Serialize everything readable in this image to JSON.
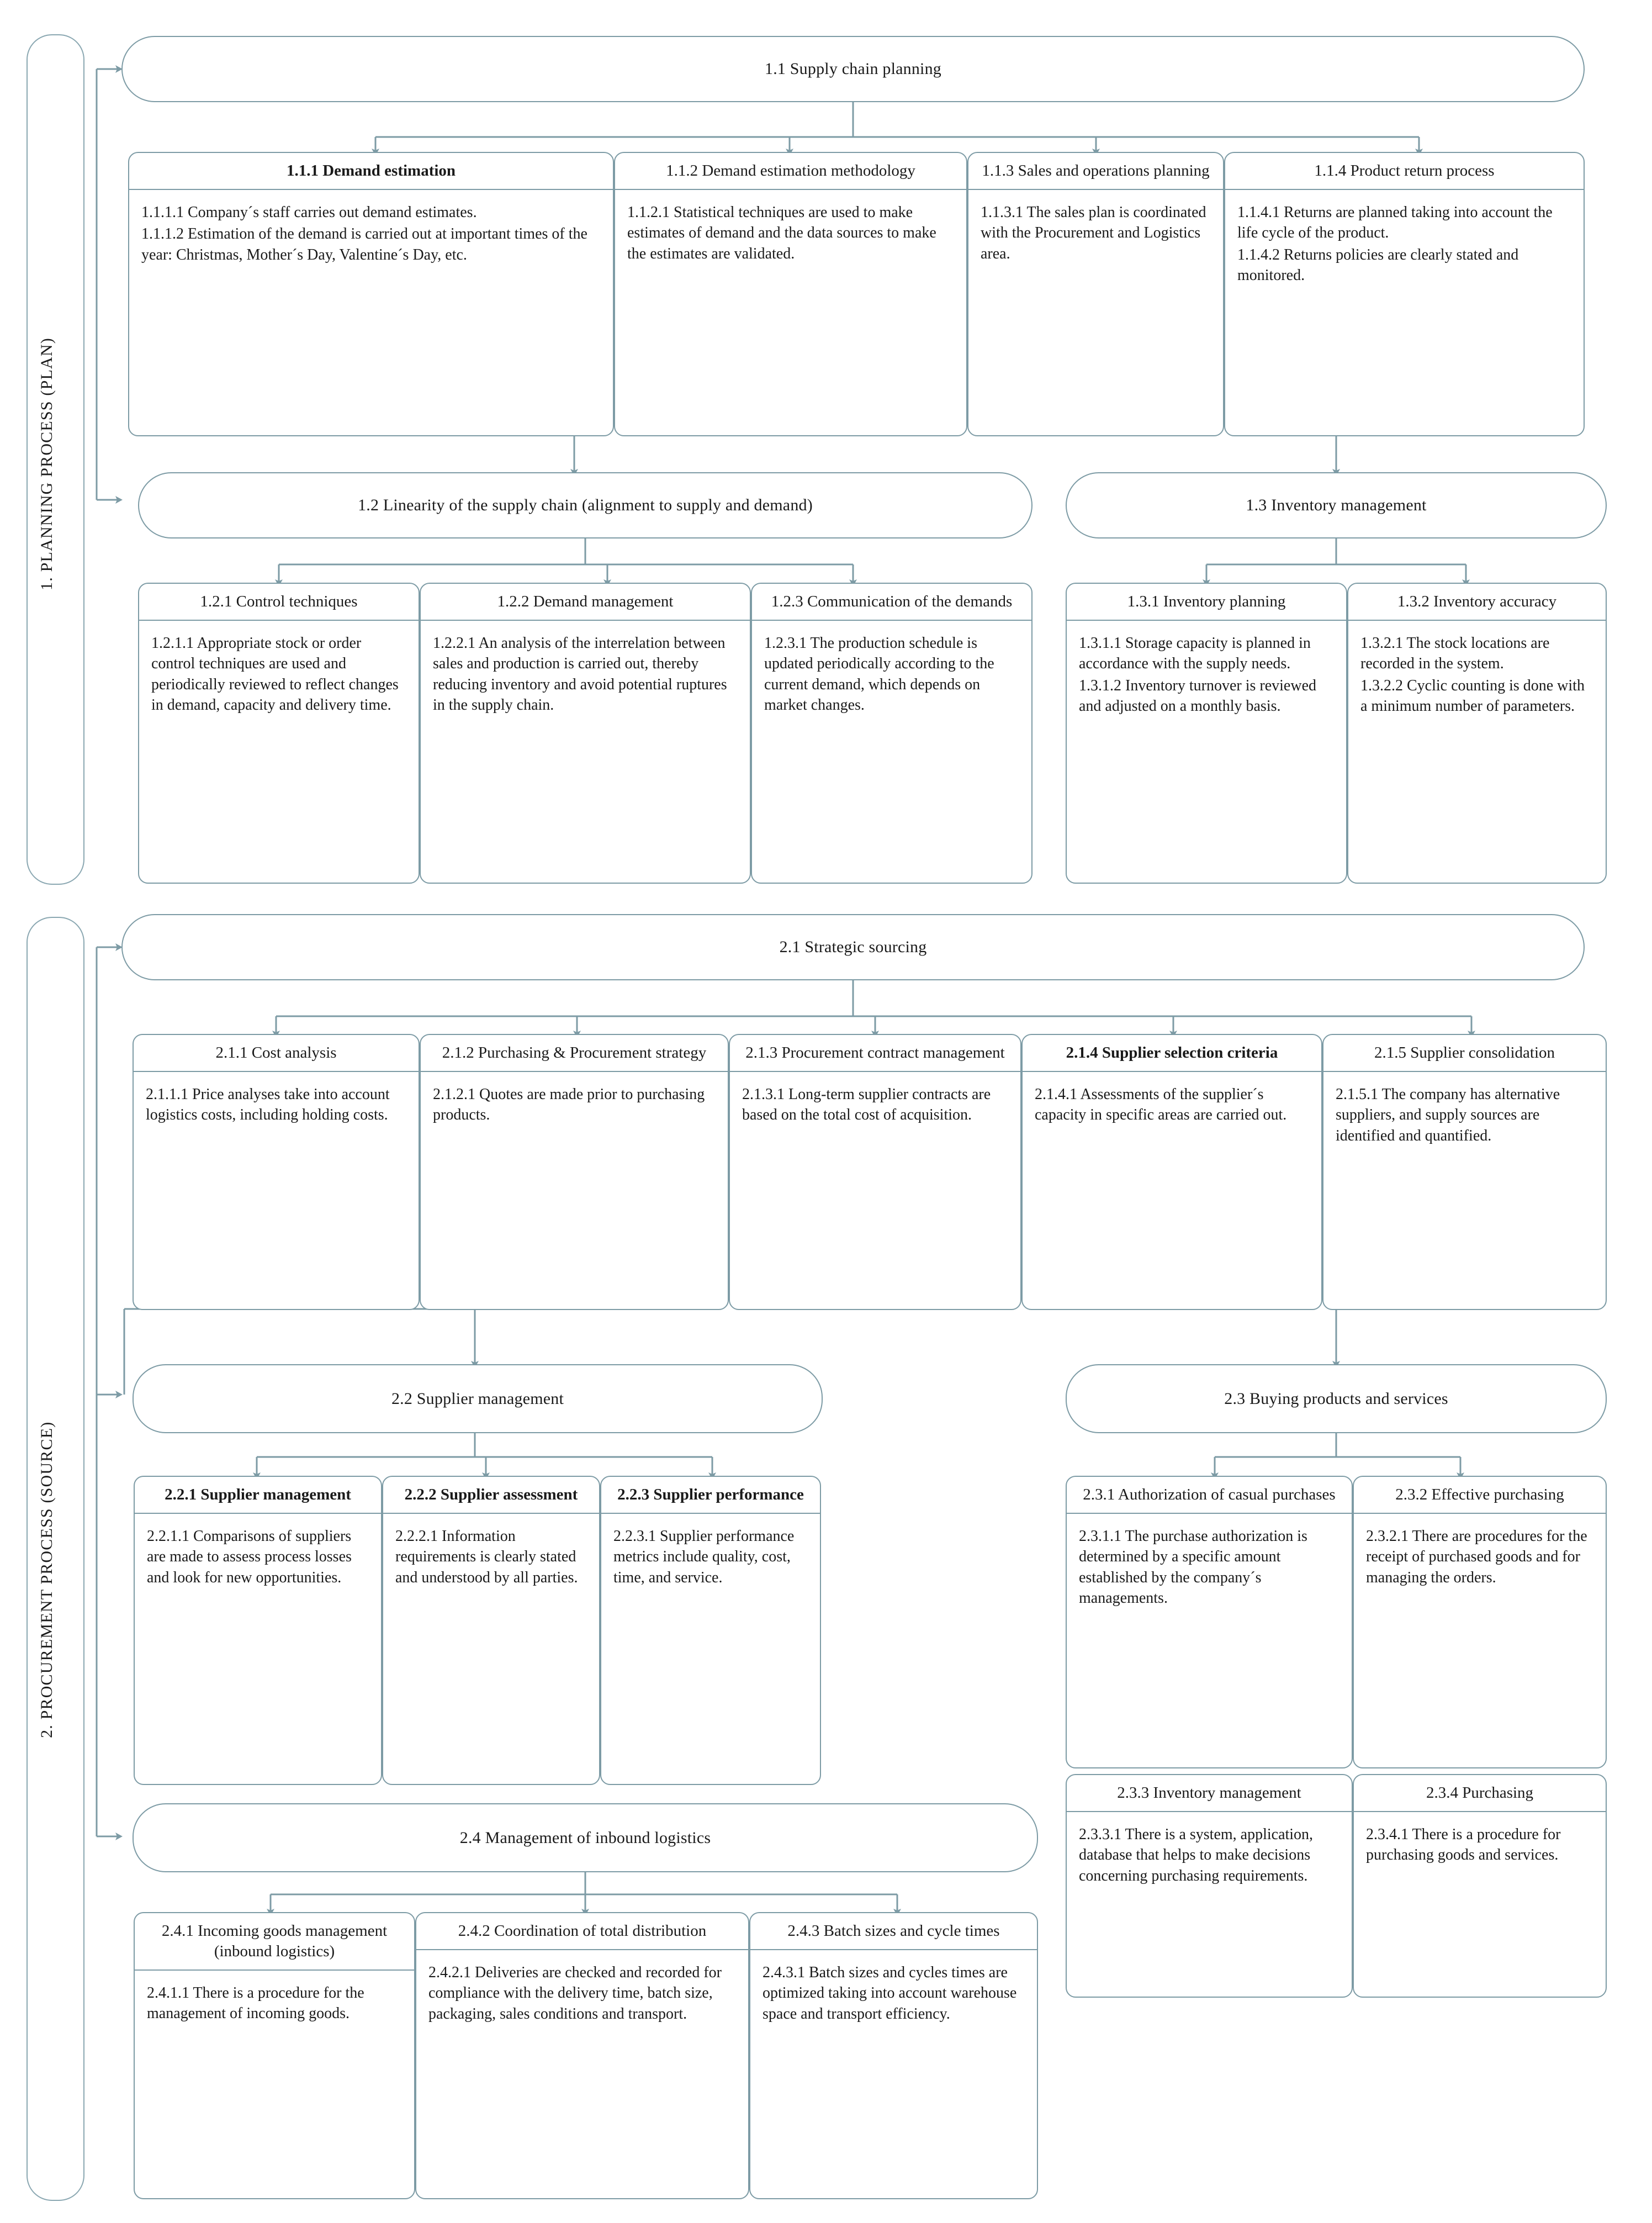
{
  "diagram": {
    "title": "Supply chain process model (Plan / Source)",
    "accent_color": "#7d9ba5",
    "background_color": "#ffffff",
    "text_color": "#1a1a1a"
  },
  "lanes": [
    {
      "id": "lane1",
      "label": "1. PLANNING PROCESS (PLAN)"
    },
    {
      "id": "lane2",
      "label": "2. PROCUREMENT PROCESS (SOURCE)"
    }
  ],
  "headers": {
    "h11": "1.1 Supply chain planning",
    "h12": "1.2 Linearity of the supply chain (alignment to supply and demand)",
    "h13": "1.3 Inventory management",
    "h21": "2.1 Strategic sourcing",
    "h22": "2.2 Supplier management",
    "h23": "2.3 Buying products and services",
    "h24": "2.4 Management of inbound logistics"
  },
  "cards": {
    "c111": {
      "title": "1.1.1 Demand estimation",
      "bold": true,
      "items": [
        "1.1.1.1 Company´s staff carries out demand estimates.",
        "1.1.1.2 Estimation of the demand is carried out at important times of the year: Christmas, Mother´s Day, Valentine´s Day, etc."
      ]
    },
    "c112": {
      "title": "1.1.2 Demand estimation methodology",
      "bold": false,
      "items": [
        "1.1.2.1 Statistical techniques are used to make estimates of demand and the data sources to make the estimates are validated."
      ]
    },
    "c113": {
      "title": "1.1.3 Sales and operations planning",
      "bold": false,
      "items": [
        "1.1.3.1 The sales plan is coordinated with the Procurement and Logistics area."
      ]
    },
    "c114": {
      "title": "1.1.4 Product return process",
      "bold": false,
      "items": [
        "1.1.4.1 Returns are planned taking into account the life cycle of the product.",
        "1.1.4.2 Returns policies are clearly stated and monitored."
      ]
    },
    "c121": {
      "title": "1.2.1 Control techniques",
      "bold": false,
      "items": [
        "1.2.1.1 Appropriate stock or order control techniques are used and periodically reviewed to reflect changes in demand, capacity and delivery time."
      ]
    },
    "c122": {
      "title": "1.2.2 Demand management",
      "bold": false,
      "items": [
        "1.2.2.1 An analysis of the interrelation between sales and production is carried out, thereby reducing inventory and avoid potential ruptures in the supply chain."
      ]
    },
    "c123": {
      "title": "1.2.3 Communication of the demands",
      "bold": false,
      "items": [
        "1.2.3.1 The production schedule is updated periodically according to the current demand, which depends on market changes."
      ]
    },
    "c131": {
      "title": "1.3.1 Inventory planning",
      "bold": false,
      "items": [
        "1.3.1.1 Storage capacity is planned in accordance with the supply needs.",
        "1.3.1.2 Inventory turnover is reviewed and adjusted on a monthly basis."
      ]
    },
    "c132": {
      "title": "1.3.2 Inventory accuracy",
      "bold": false,
      "items": [
        "1.3.2.1 The stock locations are recorded in the system.",
        "1.3.2.2 Cyclic counting is done with a minimum number of parameters."
      ]
    },
    "c211": {
      "title": "2.1.1 Cost analysis",
      "bold": false,
      "items": [
        "2.1.1.1 Price analyses take into account logistics costs, including holding costs."
      ]
    },
    "c212": {
      "title": "2.1.2 Purchasing & Procurement strategy",
      "bold": false,
      "items": [
        "2.1.2.1 Quotes are made prior to purchasing products."
      ]
    },
    "c213": {
      "title": "2.1.3 Procurement contract management",
      "bold": false,
      "items": [
        "2.1.3.1 Long-term supplier contracts are based on the total cost of acquisition."
      ]
    },
    "c214": {
      "title": "2.1.4 Supplier selection criteria",
      "bold": true,
      "items": [
        "2.1.4.1 Assessments of the supplier´s capacity in specific areas are carried out."
      ]
    },
    "c215": {
      "title": "2.1.5 Supplier consolidation",
      "bold": false,
      "items": [
        "2.1.5.1 The company has alternative suppliers, and supply sources are identified and quantified."
      ]
    },
    "c221": {
      "title": "2.2.1 Supplier management",
      "bold": true,
      "items": [
        "2.2.1.1 Comparisons of suppliers are made to assess process losses and look for new opportunities."
      ]
    },
    "c222": {
      "title": "2.2.2 Supplier assessment",
      "bold": true,
      "items": [
        "2.2.2.1 Information requirements is clearly stated and understood by all parties."
      ]
    },
    "c223": {
      "title": "2.2.3 Supplier performance",
      "bold": true,
      "items": [
        "2.2.3.1 Supplier performance metrics include quality, cost, time, and service."
      ]
    },
    "c231": {
      "title": "2.3.1 Authorization of casual purchases",
      "bold": false,
      "items": [
        "2.3.1.1 The purchase authorization is determined by a specific amount established by the company´s managements."
      ]
    },
    "c232": {
      "title": "2.3.2 Effective purchasing",
      "bold": false,
      "items": [
        "2.3.2.1 There are procedures for the receipt of purchased goods and for managing the orders."
      ]
    },
    "c233": {
      "title": "2.3.3 Inventory management",
      "bold": false,
      "items": [
        "2.3.3.1 There is a system, application, database that helps to make decisions concerning purchasing requirements."
      ]
    },
    "c234": {
      "title": "2.3.4 Purchasing",
      "bold": false,
      "items": [
        "2.3.4.1 There is a procedure for purchasing goods and services."
      ]
    },
    "c241": {
      "title": "2.4.1 Incoming goods management (inbound logistics)",
      "bold": false,
      "items": [
        "2.4.1.1 There is a procedure for the management of incoming goods."
      ]
    },
    "c242": {
      "title": "2.4.2 Coordination of total distribution",
      "bold": false,
      "items": [
        "2.4.2.1 Deliveries are checked and recorded for compliance with the delivery time, batch size, packaging, sales conditions and transport."
      ]
    },
    "c243": {
      "title": "2.4.3 Batch sizes and cycle times",
      "bold": false,
      "items": [
        "2.4.3.1 Batch sizes and cycles times are optimized taking into account warehouse space and transport efficiency."
      ]
    }
  }
}
